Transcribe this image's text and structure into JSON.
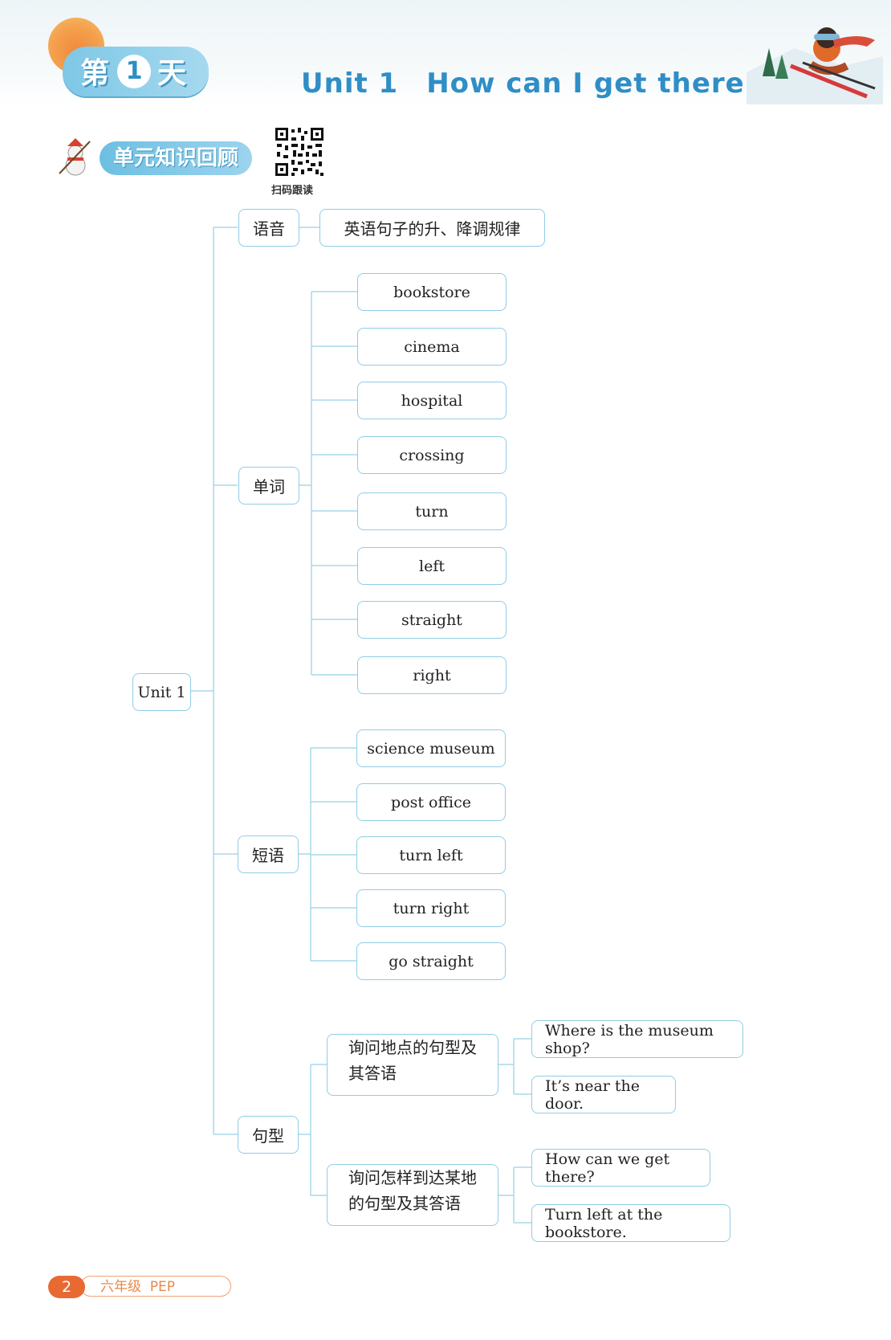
{
  "header": {
    "day_prefix": "第",
    "day_number": "1",
    "day_suffix": "天",
    "unit_title": "Unit 1　How can I get there?"
  },
  "section": {
    "title": "单元知识回顾",
    "qr_caption": "扫码跟读"
  },
  "mindmap": {
    "root": "Unit 1",
    "pronunciation": {
      "label": "语音",
      "item": "英语句子的升、降调规律"
    },
    "words": {
      "label": "单词",
      "items": [
        "bookstore",
        "cinema",
        "hospital",
        "crossing",
        "turn",
        "left",
        "straight",
        "right"
      ]
    },
    "phrases": {
      "label": "短语",
      "items": [
        "science museum",
        "post office",
        "turn left",
        "turn right",
        "go straight"
      ]
    },
    "sentences": {
      "label": "句型",
      "groups": [
        {
          "line1": "询问地点的句型及",
          "line2": "其答语",
          "items": [
            "Where is the museum shop?",
            "It’s near the door."
          ]
        },
        {
          "line1": "询问怎样到达某地",
          "line2": "的句型及其答语",
          "items": [
            "How can we get there?",
            "Turn left at the bookstore."
          ]
        }
      ]
    }
  },
  "footer": {
    "page_number": "2",
    "grade": "六年级  PEP"
  },
  "colors": {
    "box_border": "#8fcde6",
    "connector": "#a9d8ea",
    "title_blue": "#2f8ec6",
    "accent_orange": "#e86a33"
  }
}
